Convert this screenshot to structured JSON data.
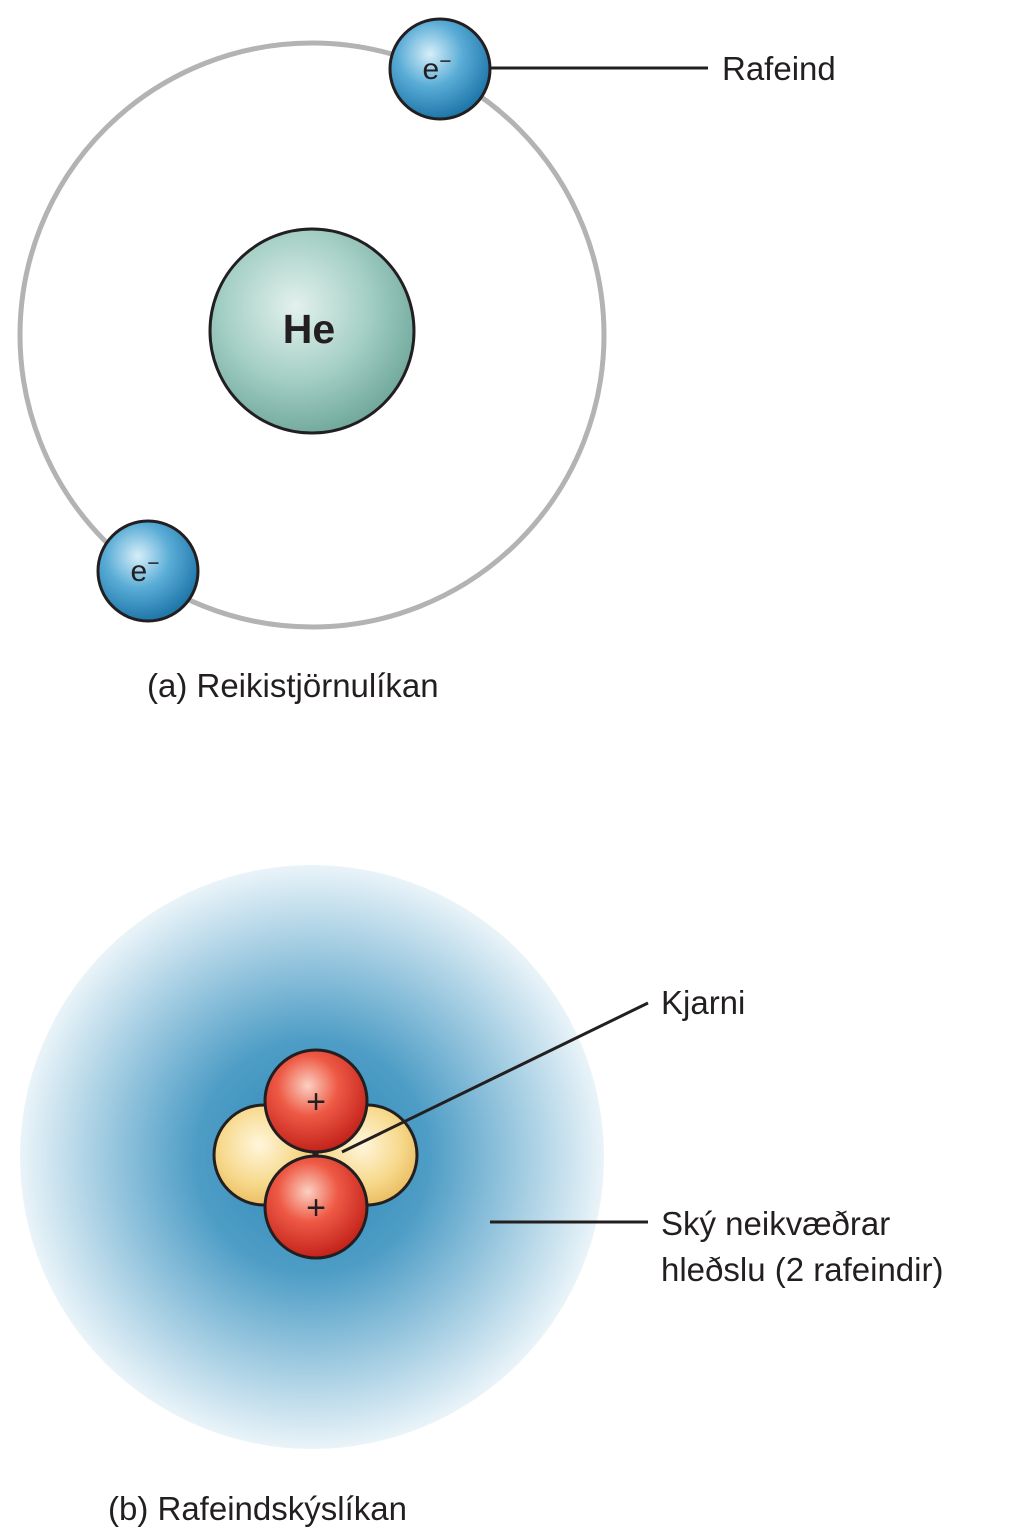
{
  "panel_a": {
    "nucleus_symbol": "He",
    "electron_symbol": "e",
    "electron_charge": "−",
    "electron_callout": "Rafeind",
    "caption": "(a) Reikistjörnulíkan"
  },
  "panel_b": {
    "proton_symbol": "+",
    "nucleus_callout": "Kjarni",
    "cloud_callout_line1": "Ský neikvæðrar",
    "cloud_callout_line2": "hleðslu (2 rafeindir)",
    "caption": "(b) Rafeindskýslíkan"
  },
  "colors": {
    "orbit": "#b3b3b5",
    "nucleus_fill": "#8fc2b6",
    "electron_fill": "#3f9ac8",
    "cloud_core": "#2e8ab7",
    "proton_fill": "#e2372b",
    "neutron_fill": "#f6d27a",
    "outline": "#231f20"
  }
}
